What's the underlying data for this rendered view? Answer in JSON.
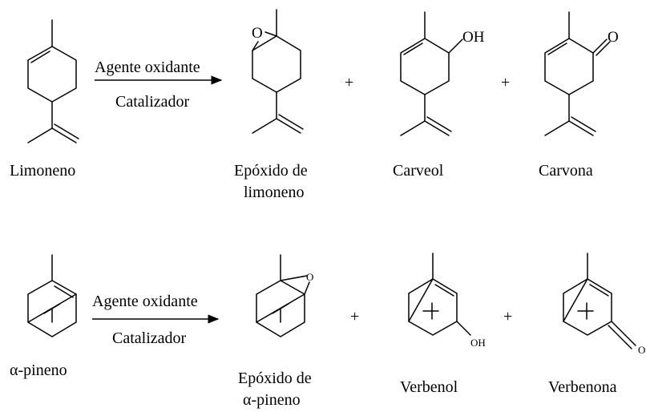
{
  "reactions": [
    {
      "reactant": "Limoneno",
      "arrow_top": "Agente oxidante",
      "arrow_bottom": "Catalizador",
      "plus": "+",
      "products": [
        {
          "name_line1": "Epóxido de",
          "name_line2": "limoneno",
          "atom_label": "O"
        },
        {
          "name_line1": "Carveol",
          "atom_label": "OH"
        },
        {
          "name_line1": "Carvona",
          "atom_label": "O"
        }
      ]
    },
    {
      "reactant": "α-pineno",
      "arrow_top": "Agente oxidante",
      "arrow_bottom": "Catalizador",
      "plus": "+",
      "products": [
        {
          "name_line1": "Epóxido de",
          "name_line2": "α-pineno",
          "atom_label": "O"
        },
        {
          "name_line1": "Verbenol",
          "atom_label": "OH"
        },
        {
          "name_line1": "Verbenona",
          "atom_label": "O"
        }
      ]
    }
  ]
}
